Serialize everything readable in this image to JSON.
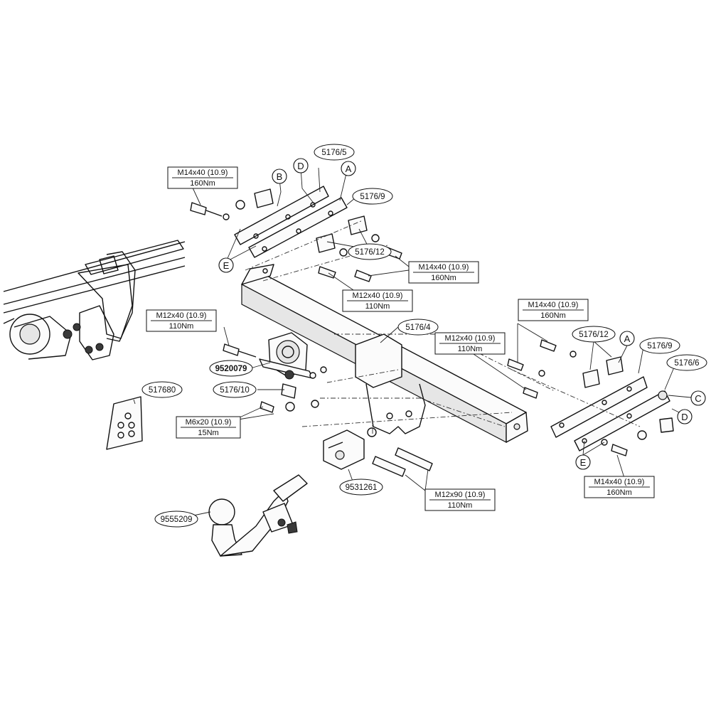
{
  "part_numbers": {
    "p5176_5": "5176/5",
    "p5176_9_top": "5176/9",
    "p5176_12_top": "5176/12",
    "p5176_4": "5176/4",
    "p5176_12_right": "5176/12",
    "p5176_9_right": "5176/9",
    "p5176_6": "5176/6",
    "p5176_10": "5176/10",
    "p9520079": "9520079",
    "p517680": "517680",
    "p9531261": "9531261",
    "p9555209": "9555209"
  },
  "letters": {
    "b_top": "B",
    "d_top": "D",
    "a_top": "A",
    "e_top": "E",
    "a_right": "A",
    "c_right": "C",
    "d_right": "D",
    "e_right": "E"
  },
  "bolt_specs": {
    "top_left": {
      "size": "M14x40 (10.9)",
      "torque": "160Nm"
    },
    "top_mid": {
      "size": "M14x40 (10.9)",
      "torque": "160Nm"
    },
    "top_center": {
      "size": "M12x40 (10.9)",
      "torque": "110Nm"
    },
    "left_mid": {
      "size": "M12x40 (10.9)",
      "torque": "110Nm"
    },
    "right_top": {
      "size": "M14x40 (10.9)",
      "torque": "160Nm"
    },
    "right_center": {
      "size": "M12x40 (10.9)",
      "torque": "110Nm"
    },
    "left_small": {
      "size": "M6x20 (10.9)",
      "torque": "15Nm"
    },
    "bottom_center": {
      "size": "M12x90 (10.9)",
      "torque": "110Nm"
    },
    "bottom_right": {
      "size": "M14x40 (10.9)",
      "torque": "160Nm"
    }
  }
}
